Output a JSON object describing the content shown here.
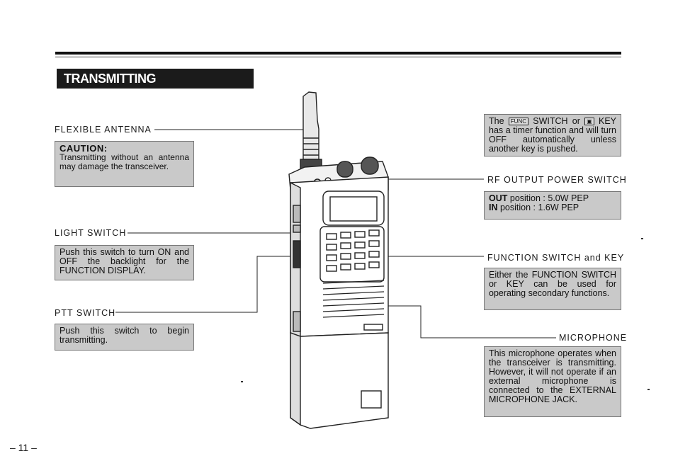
{
  "page": {
    "title": "TRANSMITTING",
    "page_number": "– 11 –"
  },
  "left": {
    "antenna_label": "FLEXIBLE ANTENNA",
    "caution_title": "CAUTION:",
    "caution_text": "Transmitting without an antenna may damage the transceiver.",
    "light_label": "LIGHT SWITCH",
    "light_text": "Push this switch to turn ON and OFF the backlight for the FUNCTION DISPLAY.",
    "ptt_label": "PTT SWITCH",
    "ptt_text": "Push this switch to begin transmitting."
  },
  "right": {
    "timer_text_1": "The",
    "timer_key_1": "FUNC",
    "timer_text_2": "SWITCH or",
    "timer_key_2": "▣",
    "timer_text_3": "KEY has a timer function and will turn OFF automatically unless another key is pushed.",
    "rf_label": "RF OUTPUT POWER SWITCH",
    "rf_out_key": "OUT",
    "rf_out_val": "position : 5.0W PEP",
    "rf_in_key": "IN",
    "rf_in_val": "position : 1.6W PEP",
    "func_label": "FUNCTION SWITCH and KEY",
    "func_text": "Either the FUNCTION SWITCH or KEY can be used for operating secondary functions.",
    "mic_label": "MICROPHONE",
    "mic_text": "This microphone operates when the transceiver is transmitting. However, it will not operate if an external microphone is connected to the EXTERNAL MICROPHONE JACK."
  }
}
